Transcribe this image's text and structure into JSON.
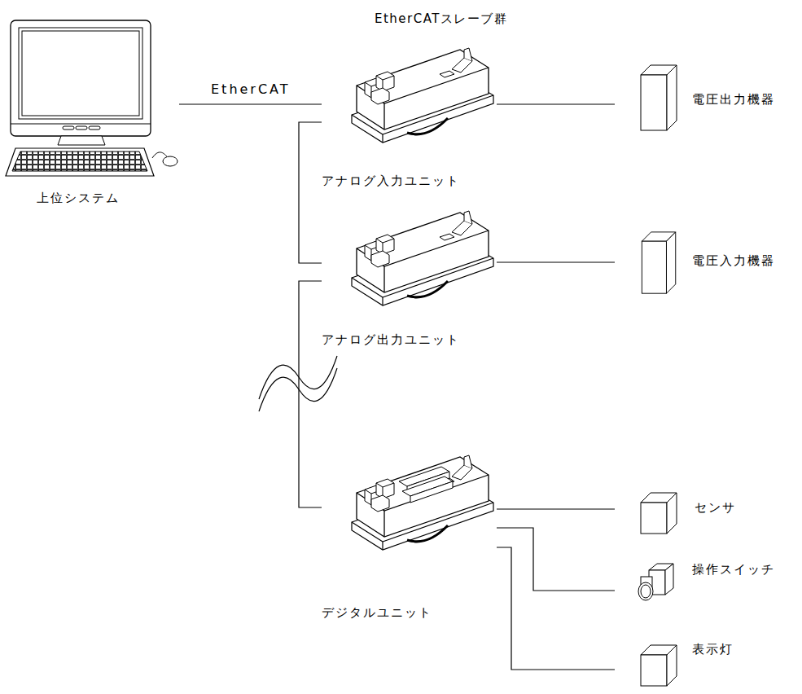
{
  "diagram": {
    "title": "EtherCATスレーブ群",
    "nodes": [
      {
        "text": [
          "上位システム"
        ]
      },
      {
        "text": [
          "アナログ入力ユニット"
        ]
      },
      {
        "text": [
          "電圧出力機器"
        ]
      },
      {
        "text": [
          "アナログ出力ユニット"
        ]
      },
      {
        "text": [
          "電圧入力機器"
        ]
      },
      {
        "text": [
          "デジタルユニット"
        ]
      },
      {
        "text": [
          "センサ"
        ]
      },
      {
        "text": [
          "操作スイッチ"
        ]
      },
      {
        "text": [
          "表示灯"
        ]
      }
    ],
    "edges": [
      {
        "from": 0,
        "to": 1,
        "arrow": "none",
        "label": "EtherCAT"
      },
      {
        "from": 1,
        "to": 3,
        "arrow": "none"
      },
      {
        "from": 3,
        "to": 5,
        "arrow": "none"
      },
      {
        "from": 1,
        "to": 2,
        "arrow": "none"
      },
      {
        "from": 3,
        "to": 4,
        "arrow": "none"
      },
      {
        "from": 5,
        "to": 6,
        "arrow": "none"
      },
      {
        "from": 5,
        "to": 7,
        "arrow": "none"
      },
      {
        "from": 5,
        "to": 8,
        "arrow": "none"
      }
    ]
  }
}
